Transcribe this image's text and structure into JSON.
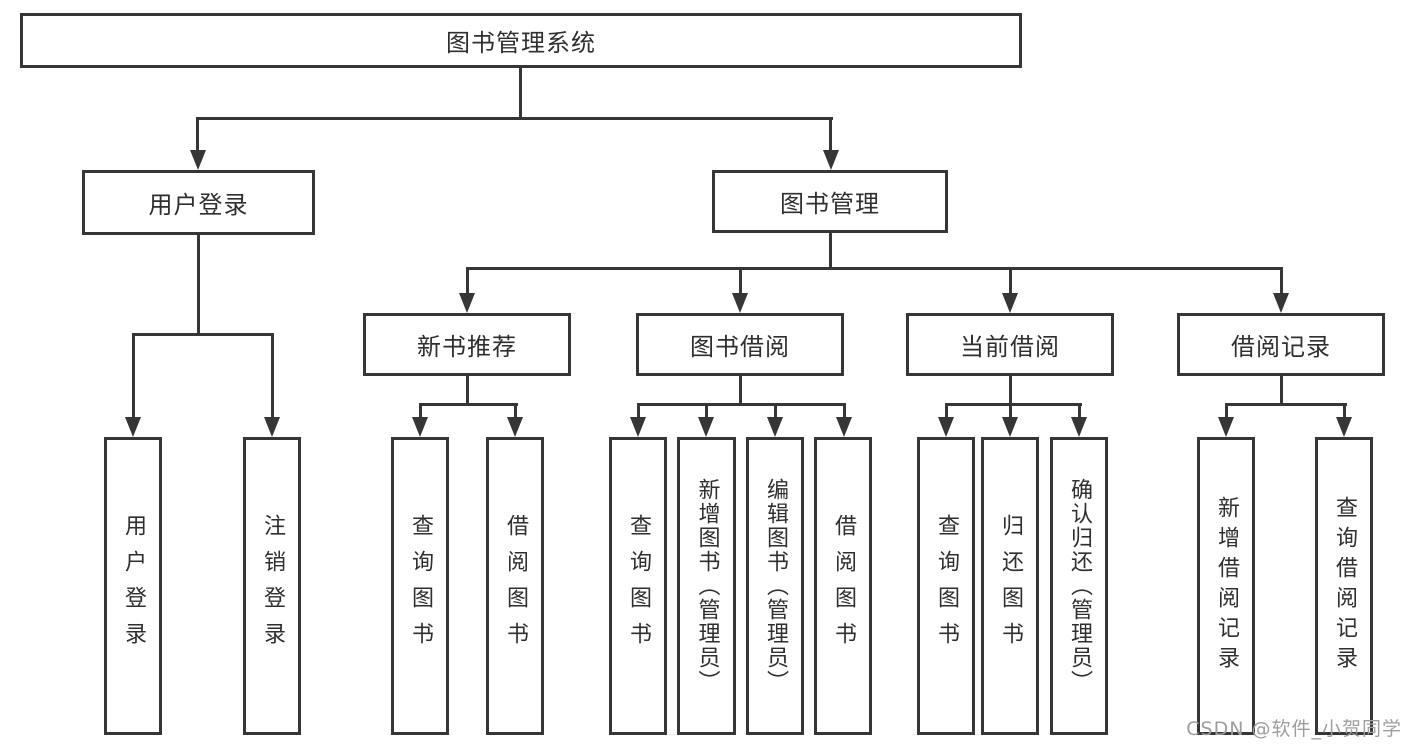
{
  "diagram": {
    "type": "tree",
    "root": {
      "label": "图书管理系统"
    },
    "branches": {
      "user_login": {
        "label": "用户登录"
      },
      "book_mgmt": {
        "label": "图书管理"
      }
    },
    "modules": {
      "new_book_rec": {
        "label": "新书推荐"
      },
      "book_borrow": {
        "label": "图书借阅"
      },
      "current_borrow": {
        "label": "当前借阅"
      },
      "borrow_records": {
        "label": "借阅记录"
      }
    },
    "leaves": {
      "user_login": {
        "label": "用户登录"
      },
      "logout": {
        "label": "注销登录"
      },
      "rec_query_book": {
        "label": "查询图书"
      },
      "rec_borrow_book": {
        "label": "借阅图书"
      },
      "borrow_query_book": {
        "label": "查询图书"
      },
      "borrow_add_book": {
        "label": "新增图书（管理员）"
      },
      "borrow_edit_book": {
        "label": "编辑图书（管理员）"
      },
      "borrow_borrow_book": {
        "label": "借阅图书"
      },
      "current_query_book": {
        "label": "查询图书"
      },
      "current_return_book": {
        "label": "归还图书"
      },
      "current_confirm_return": {
        "label": "确认归还（管理员）"
      },
      "records_add_record": {
        "label": "新增借阅记录"
      },
      "records_query_record": {
        "label": "查询借阅记录"
      }
    },
    "edges": [
      "图书管理系统->用户登录",
      "图书管理系统->图书管理",
      "用户登录->用户登录(叶)",
      "用户登录->注销登录",
      "图书管理->新书推荐",
      "图书管理->图书借阅",
      "图书管理->当前借阅",
      "图书管理->借阅记录",
      "新书推荐->查询图书",
      "新书推荐->借阅图书",
      "图书借阅->查询图书",
      "图书借阅->新增图书（管理员）",
      "图书借阅->编辑图书（管理员）",
      "图书借阅->借阅图书",
      "当前借阅->查询图书",
      "当前借阅->归还图书",
      "当前借阅->确认归还（管理员）",
      "借阅记录->新增借阅记录",
      "借阅记录->查询借阅记录"
    ]
  },
  "watermark": {
    "text": "CSDN @软件_小贺同学"
  },
  "colors": {
    "line": "#363636",
    "text": "#2f2f2f",
    "watermark": "#9e9e9e",
    "background": "#ffffff"
  }
}
